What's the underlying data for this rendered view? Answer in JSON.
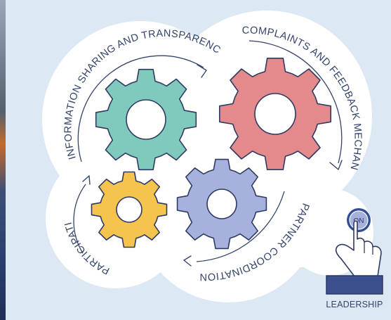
{
  "cycle": {
    "information_sharing": "INFORMATION SHARING AND TRANSPARENCY",
    "complaints_feedback": "COMPLAINTS AND FEEDBACK MECHANISMS",
    "partner_coordination": "PARTNER COORDINATION",
    "participation": "PARTICIPATION"
  },
  "leadership": {
    "button_text": "ON",
    "label": "LEADERSHIP"
  },
  "colors": {
    "background": "#dde8f5",
    "cloud": "#ffffff",
    "gear_teal": "#7fc9bd",
    "gear_red": "#e48a8c",
    "gear_yellow": "#f5c44d",
    "gear_lavender": "#a6b2dd",
    "outline": "#2f3a63",
    "text": "#33436b",
    "button_ring": "#2f4e96"
  },
  "icons": [
    "gear-icon",
    "hand-pointer-icon",
    "on-button-icon",
    "cycle-arrow-icon"
  ]
}
